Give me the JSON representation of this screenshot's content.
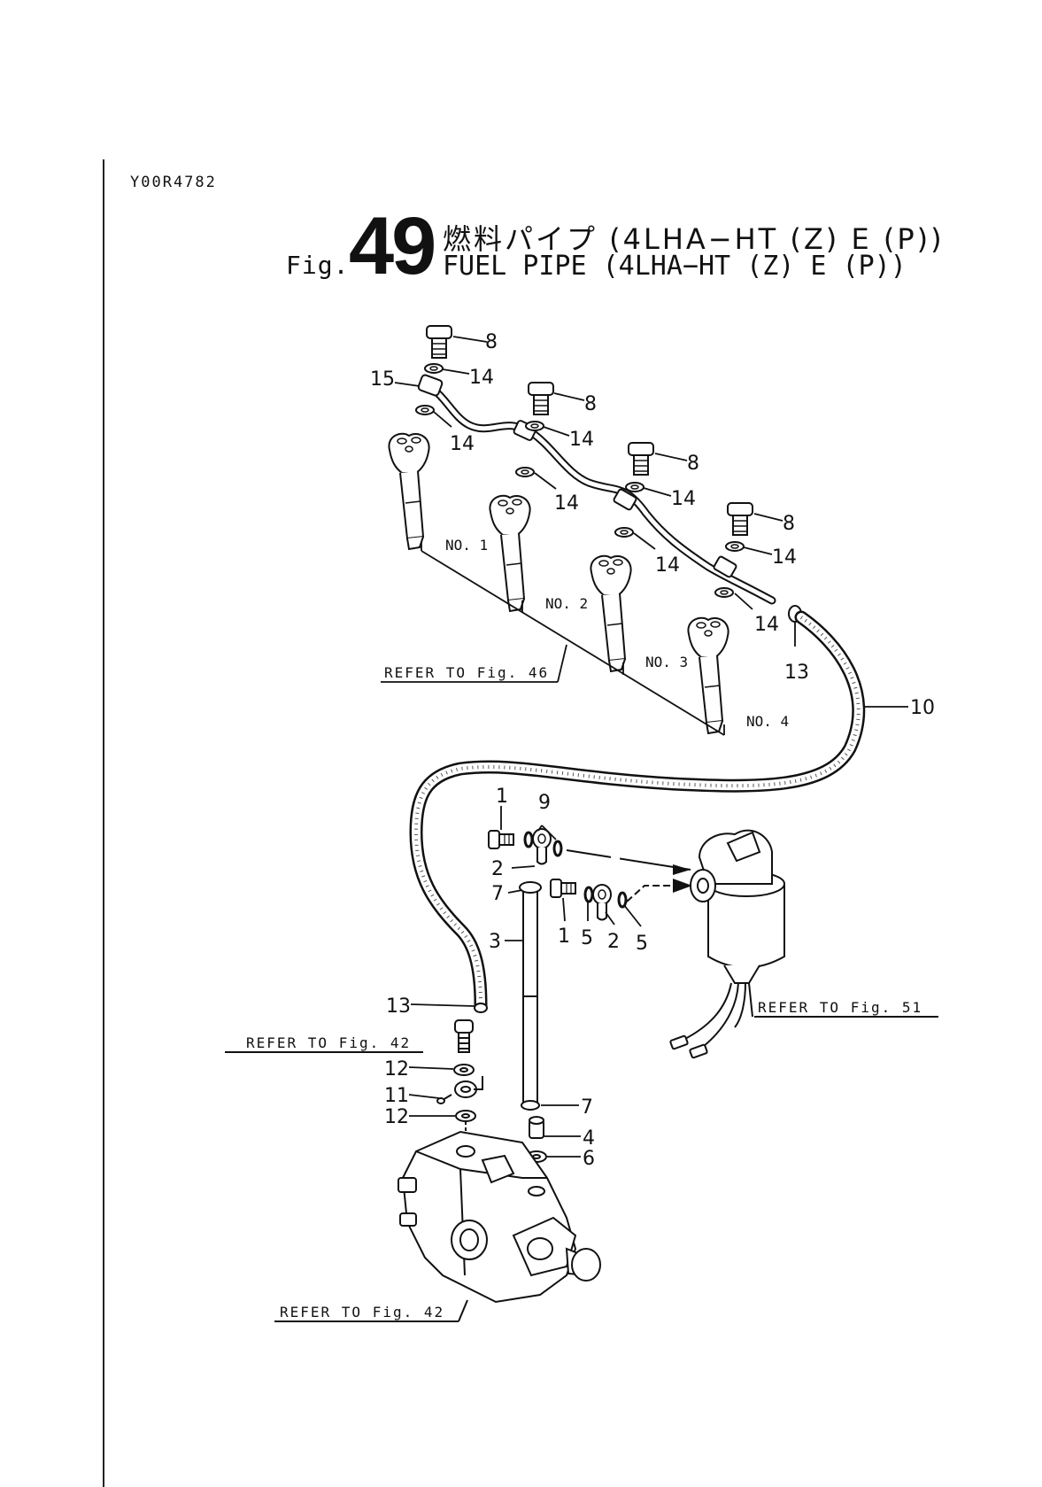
{
  "document": {
    "id": "Y00R4782",
    "fig_prefix": "Fig.",
    "fig_number": "49",
    "title_jp": "燃料パイプ (4LHA−HT (Z) E (P))",
    "title_en": "FUEL PIPE (4LHA−HT (Z) E (P))"
  },
  "callouts": {
    "c1a": "1",
    "c1b": "1",
    "c2a": "2",
    "c2b": "2",
    "c3": "3",
    "c4": "4",
    "c5a": "5",
    "c5b": "5",
    "c6": "6",
    "c7a": "7",
    "c7b": "7",
    "c8a": "8",
    "c8b": "8",
    "c8c": "8",
    "c8d": "8",
    "c9": "9",
    "c10": "10",
    "c11": "11",
    "c12a": "12",
    "c12b": "12",
    "c13a": "13",
    "c13b": "13",
    "c14a": "14",
    "c14b": "14",
    "c14c": "14",
    "c14d": "14",
    "c14e": "14",
    "c14f": "14",
    "c14g": "14",
    "c14h": "14",
    "c15": "15"
  },
  "cylinders": {
    "no1": "NO. 1",
    "no2": "NO. 2",
    "no3": "NO. 3",
    "no4": "NO. 4"
  },
  "references": {
    "injector": "REFER TO Fig. 46",
    "filter": "REFER TO Fig. 51",
    "pump_top": "REFER TO Fig. 42",
    "pump_bottom": "REFER TO Fig. 42"
  }
}
